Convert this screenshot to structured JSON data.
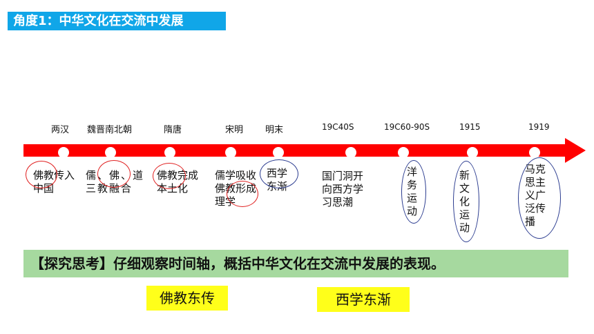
{
  "header": {
    "title": "角度1：中华文化在交流中发展"
  },
  "timeline": {
    "eras": [
      "两汉",
      "魏晋南北朝",
      "隋唐",
      "宋明",
      "明末",
      "19C40S",
      "19C60-90S",
      "1915",
      "1919"
    ],
    "events": [
      "佛教传入中国",
      "儒、佛、道三教融合",
      "佛教完成本土化",
      "儒学吸收佛教形成理学",
      "西学东渐",
      "国门洞开向西方学习思潮",
      "洋务运动",
      "新文化运动",
      "马克思主义广泛传播"
    ]
  },
  "question": "【探究思考】仔细观察时间轴，概括中华文化在交流中发展的表现。",
  "answers": [
    "佛教东传",
    "西学东渐"
  ],
  "colors": {
    "header": "#10a6e8",
    "arrow": "#ff0000",
    "question_bg": "#a6d99f",
    "answer_bg": "#ffff1a"
  }
}
